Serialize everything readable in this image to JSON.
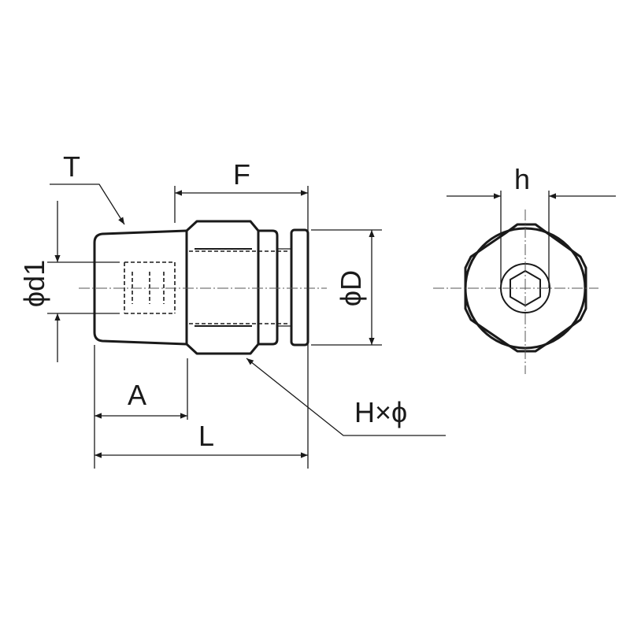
{
  "labels": {
    "T": "T",
    "F": "F",
    "d1": "ϕd1",
    "D": "ϕD",
    "A": "A",
    "L": "L",
    "Hphi": "H×ϕ",
    "h": "h"
  },
  "colors": {
    "ink": "#1a1a1a",
    "background": "#ffffff"
  }
}
